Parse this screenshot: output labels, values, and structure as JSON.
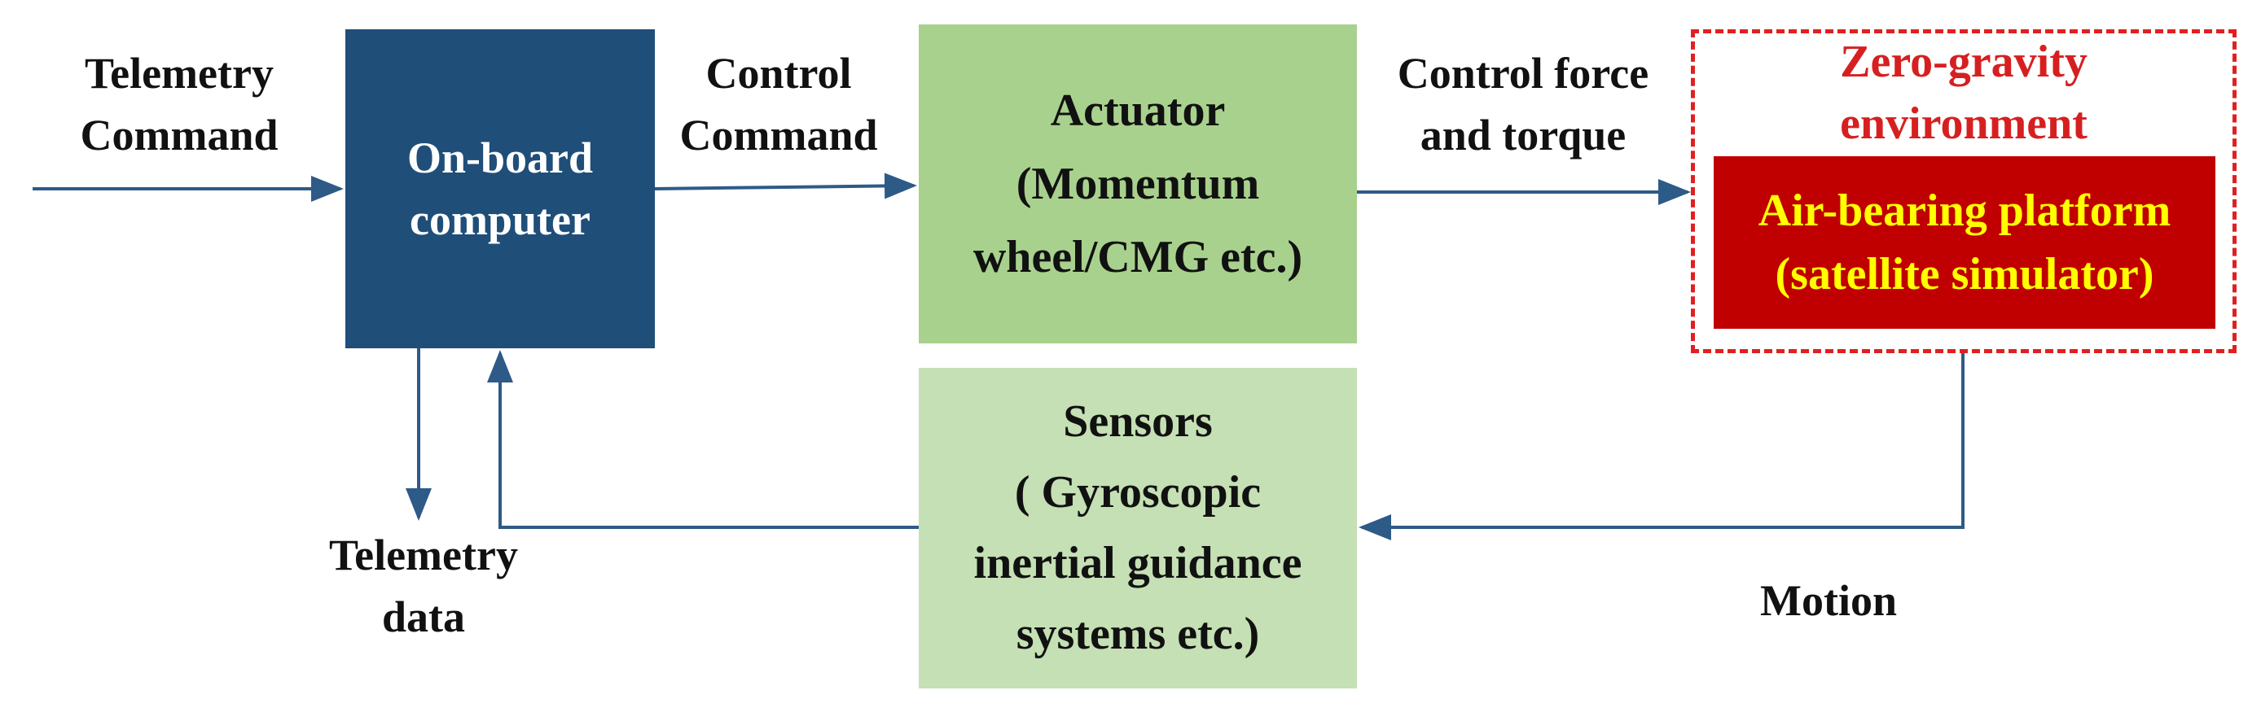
{
  "inputs": {
    "telemetry_command": [
      "Telemetry",
      "Command"
    ],
    "control_command": [
      "Control",
      "Command"
    ],
    "control_force": [
      "Control force",
      "and torque"
    ],
    "telemetry_data": [
      "Telemetry",
      "data"
    ],
    "motion": "Motion"
  },
  "blocks": {
    "onboard_computer": [
      "On-board",
      "computer"
    ],
    "actuator": [
      "Actuator",
      "(Momentum",
      "wheel/CMG etc.)"
    ],
    "sensors": [
      "Sensors",
      "( Gyroscopic",
      "inertial guidance",
      "systems etc.)"
    ],
    "environment": [
      "Zero-gravity",
      "environment"
    ],
    "platform": [
      "Air-bearing platform",
      "(satellite simulator)"
    ]
  },
  "colors": {
    "onboard_computer": "#1f4e79",
    "actuator": "#a9d18e",
    "sensors": "#c5e0b4",
    "environment_border": "#e02020",
    "environment_text": "#d62020",
    "platform": "#c00000",
    "platform_text": "#ffff00",
    "arrows": "#2e5a87"
  }
}
